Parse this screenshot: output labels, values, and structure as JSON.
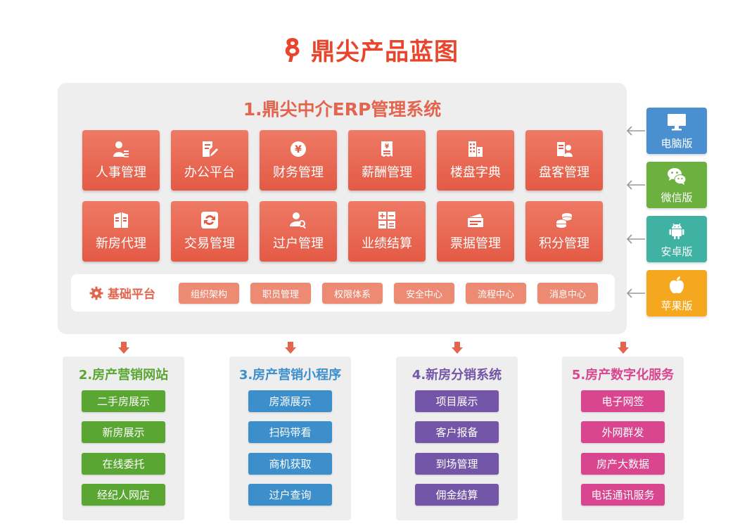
{
  "header": {
    "title": "鼎尖产品蓝图"
  },
  "erp": {
    "title": "1.鼎尖中介ERP管理系统",
    "modules": [
      {
        "label": "人事管理",
        "icon": "person-icon"
      },
      {
        "label": "办公平台",
        "icon": "edit-document-icon"
      },
      {
        "label": "财务管理",
        "icon": "yen-coin-icon"
      },
      {
        "label": "薪酬管理",
        "icon": "salary-receipt-icon"
      },
      {
        "label": "楼盘字典",
        "icon": "building-icon"
      },
      {
        "label": "盘客管理",
        "icon": "client-card-icon"
      },
      {
        "label": "新房代理",
        "icon": "new-house-icon"
      },
      {
        "label": "交易管理",
        "icon": "exchange-icon"
      },
      {
        "label": "过户管理",
        "icon": "person-search-icon"
      },
      {
        "label": "业绩结算",
        "icon": "calculator-icon"
      },
      {
        "label": "票据管理",
        "icon": "ticket-icon"
      },
      {
        "label": "积分管理",
        "icon": "coins-icon"
      }
    ],
    "base": {
      "label": "基础平台",
      "items": [
        "组织架构",
        "职员管理",
        "权限体系",
        "安全中心",
        "流程中心",
        "消息中心"
      ]
    }
  },
  "platforms": [
    {
      "label": "电脑版",
      "icon": "desktop-icon",
      "color": "#4a8fd0"
    },
    {
      "label": "微信版",
      "icon": "wechat-icon",
      "color": "#6cb13f"
    },
    {
      "label": "安卓版",
      "icon": "android-icon",
      "color": "#3fb2a4"
    },
    {
      "label": "苹果版",
      "icon": "apple-icon",
      "color": "#f5a81e"
    }
  ],
  "subsystems": [
    {
      "title": "2.房产营销网站",
      "color": "#5aa632",
      "items": [
        "二手房展示",
        "新房展示",
        "在线委托",
        "经纪人网店"
      ]
    },
    {
      "title": "3.房产营销小程序",
      "color": "#3d8fcb",
      "items": [
        "房源展示",
        "扫码带看",
        "商机获取",
        "过户查询"
      ]
    },
    {
      "title": "4.新房分销系统",
      "color": "#7356a8",
      "items": [
        "项目展示",
        "客户报备",
        "到场管理",
        "佣金结算"
      ]
    },
    {
      "title": "5.房产数字化服务",
      "color": "#d9458f",
      "items": [
        "电子网签",
        "外网群发",
        "房产大数据",
        "电话通讯服务"
      ]
    }
  ]
}
